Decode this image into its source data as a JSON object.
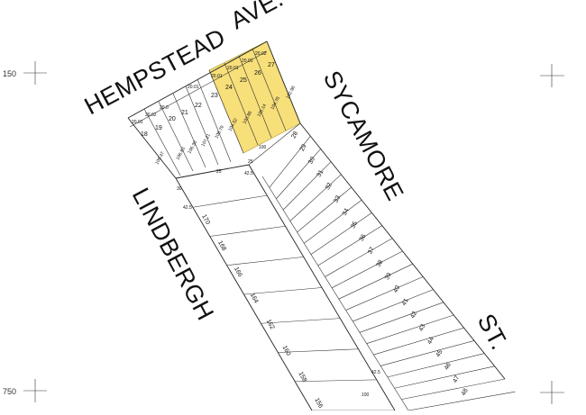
{
  "map": {
    "title": "",
    "streets": [
      {
        "name": "HEMPSTEAD"
      },
      {
        "name": "AVE."
      },
      {
        "name": "SYCAMORE"
      },
      {
        "name": "LINDBERGH"
      },
      {
        "name": "ST."
      }
    ],
    "coordinates": [
      {
        "label": "150"
      },
      {
        "label": "750"
      }
    ],
    "highlight_color": "#f7df7a",
    "highlighted_lots": [
      "23",
      "24",
      "25",
      "26",
      "27"
    ],
    "top_lots": [
      {
        "label": "18",
        "code": "20.01",
        "depth": "105.47"
      },
      {
        "label": "19",
        "code": "20.02",
        "depth": ""
      },
      {
        "label": "20",
        "code": "20.0",
        "depth": "106.83"
      },
      {
        "label": "21",
        "code": "",
        "depth": "106.30"
      },
      {
        "label": "22",
        "code": "",
        "depth": "107.21"
      },
      {
        "label": "23",
        "code": "20.01",
        "depth": "105.79"
      },
      {
        "label": "24",
        "code": "20.01",
        "depth": "104.52"
      },
      {
        "label": "25",
        "code": "20.01",
        "depth": "103.88"
      },
      {
        "label": "26",
        "code": "20.02",
        "depth": "105.14"
      },
      {
        "label": "27",
        "code": "20.01",
        "depth": "104.78"
      }
    ],
    "top_corner_depth": "102.98",
    "sycamore_lots": [
      "28",
      "29",
      "30",
      "31",
      "32",
      "33",
      "34",
      "35",
      "36",
      "37",
      "38",
      "39",
      "40",
      "41",
      "42",
      "43",
      "44",
      "45",
      "46",
      "47",
      "48"
    ],
    "lindbergh_lots": [
      "170",
      "168",
      "166",
      "164",
      "162",
      "160",
      "158",
      "156"
    ],
    "dimensions": [
      "100",
      "42.5",
      "25",
      "30",
      "25",
      "42.5",
      "100",
      "42.5"
    ]
  }
}
